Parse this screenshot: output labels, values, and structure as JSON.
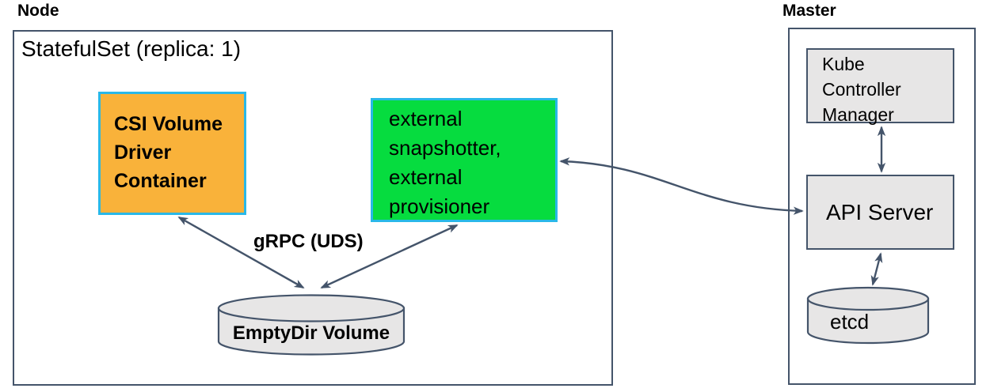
{
  "colors": {
    "outline": "#44546A",
    "grey_fill": "#E7E6E6",
    "csi_fill": "#F9B23A",
    "sidecar_fill": "#06DC3F",
    "cyan_border": "#29B8E8",
    "text": "#000000"
  },
  "node_section": {
    "label": "Node",
    "statefulset_title": "StatefulSet (replica: 1)",
    "csi_driver_box": {
      "lines": [
        "CSI Volume",
        "Driver",
        "Container"
      ]
    },
    "sidecar_box": {
      "lines": [
        "external",
        "snapshotter,",
        "external",
        "provisioner"
      ]
    },
    "grpc_label": "gRPC (UDS)",
    "emptydir_cylinder": {
      "label": "EmptyDir Volume"
    }
  },
  "master_section": {
    "label": "Master",
    "kube_controller_manager_box": {
      "lines": [
        "Kube",
        "Controller",
        "Manager"
      ]
    },
    "api_server_box": {
      "label": "API Server"
    },
    "etcd_cylinder": {
      "label": "etcd"
    }
  }
}
